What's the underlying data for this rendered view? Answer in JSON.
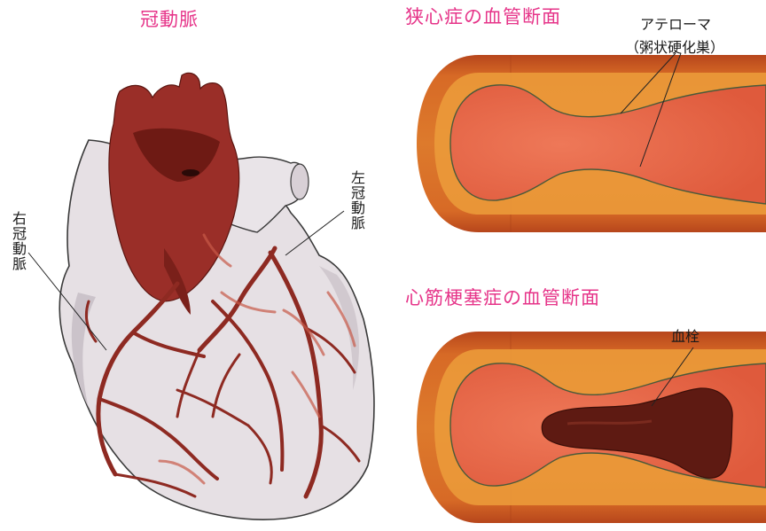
{
  "labels": {
    "heart_title": "冠動脈",
    "angina_title": "狭心症の血管断面",
    "infarction_title": "心筋梗塞症の血管断面",
    "atheroma": "アテローマ",
    "atheroma_sub": "（粥状硬化巣）",
    "thrombus": "血栓",
    "left_coronary": "左冠動脈",
    "right_coronary": "右冠動脈"
  },
  "colors": {
    "title_pink": "#e63489",
    "heart_skin": "#e6e0e4",
    "artery": "#8e2a22",
    "aorta": "#9a2e28",
    "vessel_outer": "#c8551e",
    "plaque": "#eb9a3a",
    "lumen": "#e8604a",
    "thrombus": "#5e1a12"
  }
}
